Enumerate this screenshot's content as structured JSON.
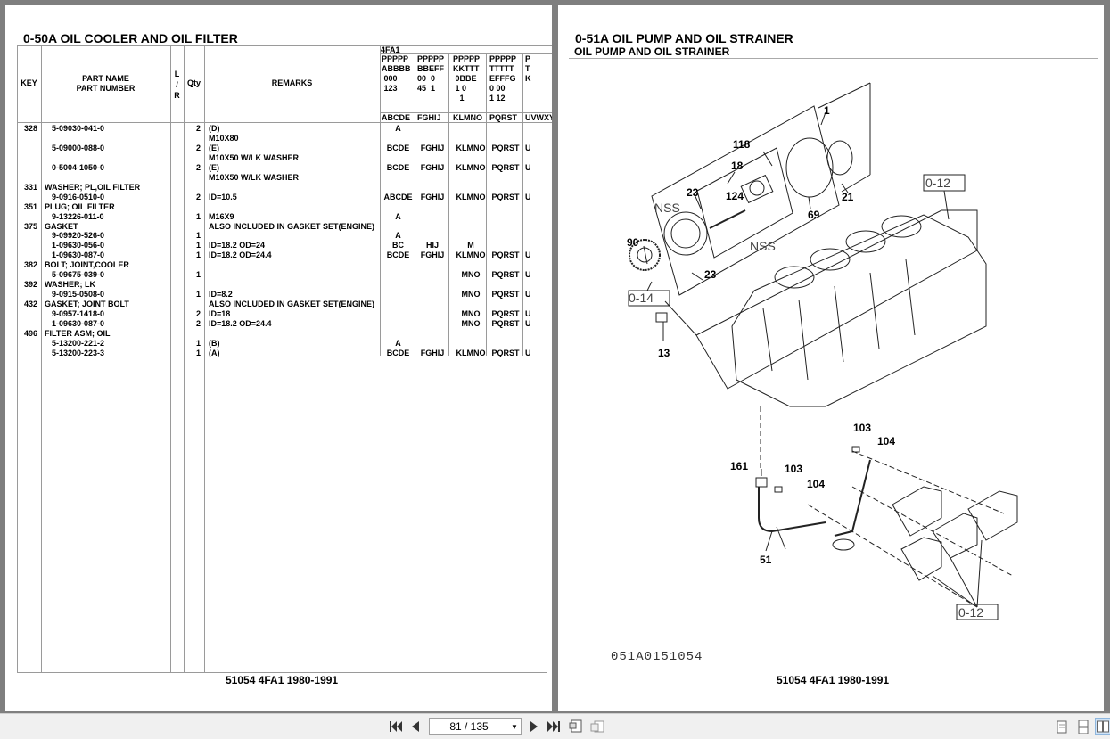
{
  "left": {
    "title": "0-50A  OIL COOLER AND OIL FILTER",
    "headers": {
      "key": "KEY",
      "part_name": "PART NAME",
      "part_number": "PART NUMBER",
      "lr": "L\n/\nR",
      "qty": "Qty",
      "remarks": "REMARKS",
      "model": "4FA1",
      "code_cols": [
        "PPPPP\nABBBB\n 000\n 123",
        "PPPPP\nBBEFF\n00  0\n45  1",
        "PPPPP\nKKTTT\n 0BBE\n 1 0\n   1",
        "PPPPP\nTTTTT\nEFFFG\n0 00\n1 12",
        "P\nT\nK"
      ],
      "code_letters": [
        "ABCDE",
        "FGHIJ",
        "KLMNO",
        "PQRST",
        "UVWXY"
      ]
    },
    "rows": [
      {
        "key": "328",
        "text": "5-09030-041-0",
        "indent": true,
        "qty": "2",
        "remarks": "(D)",
        "c": [
          "A",
          "",
          "",
          "",
          ""
        ]
      },
      {
        "key": "",
        "text": "",
        "indent": true,
        "qty": "",
        "remarks": "M10X80",
        "c": [
          "",
          "",
          "",
          "",
          ""
        ]
      },
      {
        "key": "",
        "text": "5-09000-088-0",
        "indent": true,
        "qty": "2",
        "remarks": "(E)",
        "c": [
          "BCDE",
          "FGHIJ",
          "KLMNO",
          "PQRST",
          "U"
        ]
      },
      {
        "key": "",
        "text": "",
        "indent": true,
        "qty": "",
        "remarks": "M10X50 W/LK WASHER",
        "c": [
          "",
          "",
          "",
          "",
          ""
        ]
      },
      {
        "key": "",
        "text": "0-5004-1050-0",
        "indent": true,
        "qty": "2",
        "remarks": "(E)",
        "c": [
          "BCDE",
          "FGHIJ",
          "KLMNO",
          "PQRST",
          "U"
        ]
      },
      {
        "key": "",
        "text": "",
        "indent": true,
        "qty": "",
        "remarks": "M10X50 W/LK WASHER",
        "c": [
          "",
          "",
          "",
          "",
          ""
        ]
      },
      {
        "key": "331",
        "text": "WASHER; PL,OIL FILTER",
        "indent": false,
        "qty": "",
        "remarks": "",
        "c": [
          "",
          "",
          "",
          "",
          ""
        ]
      },
      {
        "key": "",
        "text": "9-0916-0510-0",
        "indent": true,
        "qty": "2",
        "remarks": "ID=10.5",
        "c": [
          "ABCDE",
          "FGHIJ",
          "KLMNO",
          "PQRST",
          "U"
        ]
      },
      {
        "key": "351",
        "text": "PLUG; OIL FILTER",
        "indent": false,
        "qty": "",
        "remarks": "",
        "c": [
          "",
          "",
          "",
          "",
          ""
        ]
      },
      {
        "key": "",
        "text": "9-13226-011-0",
        "indent": true,
        "qty": "1",
        "remarks": "M16X9",
        "c": [
          "A",
          "",
          "",
          "",
          ""
        ]
      },
      {
        "key": "375",
        "text": "GASKET",
        "indent": false,
        "qty": "",
        "remarks": "ALSO INCLUDED IN GASKET SET(ENGINE)",
        "c": [
          "",
          "",
          "",
          "",
          ""
        ]
      },
      {
        "key": "",
        "text": "9-09920-526-0",
        "indent": true,
        "qty": "1",
        "remarks": "",
        "c": [
          "A",
          "",
          "",
          "",
          ""
        ]
      },
      {
        "key": "",
        "text": "1-09630-056-0",
        "indent": true,
        "qty": "1",
        "remarks": "ID=18.2 OD=24",
        "c": [
          "BC",
          "HIJ",
          "M",
          "",
          ""
        ]
      },
      {
        "key": "",
        "text": "1-09630-087-0",
        "indent": true,
        "qty": "1",
        "remarks": "ID=18.2 OD=24.4",
        "c": [
          "BCDE",
          "FGHIJ",
          "KLMNO",
          "PQRST",
          "U"
        ]
      },
      {
        "key": "382",
        "text": "BOLT; JOINT,COOLER",
        "indent": false,
        "qty": "",
        "remarks": "",
        "c": [
          "",
          "",
          "",
          "",
          ""
        ]
      },
      {
        "key": "",
        "text": "5-09675-039-0",
        "indent": true,
        "qty": "1",
        "remarks": "",
        "c": [
          "",
          "",
          "MNO",
          "PQRST",
          "U"
        ]
      },
      {
        "key": "392",
        "text": "WASHER; LK",
        "indent": false,
        "qty": "",
        "remarks": "",
        "c": [
          "",
          "",
          "",
          "",
          ""
        ]
      },
      {
        "key": "",
        "text": "9-0915-0508-0",
        "indent": true,
        "qty": "1",
        "remarks": "ID=8.2",
        "c": [
          "",
          "",
          "MNO",
          "PQRST",
          "U"
        ]
      },
      {
        "key": "432",
        "text": "GASKET; JOINT BOLT",
        "indent": false,
        "qty": "",
        "remarks": "ALSO INCLUDED IN GASKET SET(ENGINE)",
        "c": [
          "",
          "",
          "",
          "",
          ""
        ]
      },
      {
        "key": "",
        "text": "9-0957-1418-0",
        "indent": true,
        "qty": "2",
        "remarks": "ID=18",
        "c": [
          "",
          "",
          "MNO",
          "PQRST",
          "U"
        ]
      },
      {
        "key": "",
        "text": "1-09630-087-0",
        "indent": true,
        "qty": "2",
        "remarks": "ID=18.2 OD=24.4",
        "c": [
          "",
          "",
          "MNO",
          "PQRST",
          "U"
        ]
      },
      {
        "key": "496",
        "text": "FILTER ASM; OIL",
        "indent": false,
        "qty": "",
        "remarks": "",
        "c": [
          "",
          "",
          "",
          "",
          ""
        ]
      },
      {
        "key": "",
        "text": "5-13200-221-2",
        "indent": true,
        "qty": "1",
        "remarks": "(B)",
        "c": [
          "A",
          "",
          "",
          "",
          ""
        ]
      },
      {
        "key": "",
        "text": "5-13200-223-3",
        "indent": true,
        "qty": "1",
        "remarks": "(A)",
        "c": [
          "BCDE",
          "FGHIJ",
          "KLMNO",
          "PQRST",
          "U"
        ]
      }
    ],
    "footer": "51054 4FA1 1980-1991"
  },
  "right": {
    "title": "0-51A  OIL PUMP AND OIL STRAINER",
    "subtitle": "OIL PUMP AND OIL STRAINER",
    "callouts": [
      "1",
      "118",
      "18",
      "23",
      "124",
      "NSS",
      "NSS",
      "69",
      "21",
      "90",
      "23",
      "0-14",
      "13",
      "0-12",
      "103",
      "104",
      "161",
      "103",
      "104",
      "51",
      "0-12"
    ],
    "drawing_id": "051A0151054",
    "footer": "51054 4FA1 1980-1991"
  },
  "toolbar": {
    "page_indicator": "81 / 135",
    "icons": [
      "first-page-icon",
      "prev-page-icon",
      "next-page-icon",
      "last-page-icon",
      "fit-width-icon",
      "fit-page-icon",
      "single-page-icon",
      "continuous-page-icon",
      "two-page-icon"
    ]
  }
}
